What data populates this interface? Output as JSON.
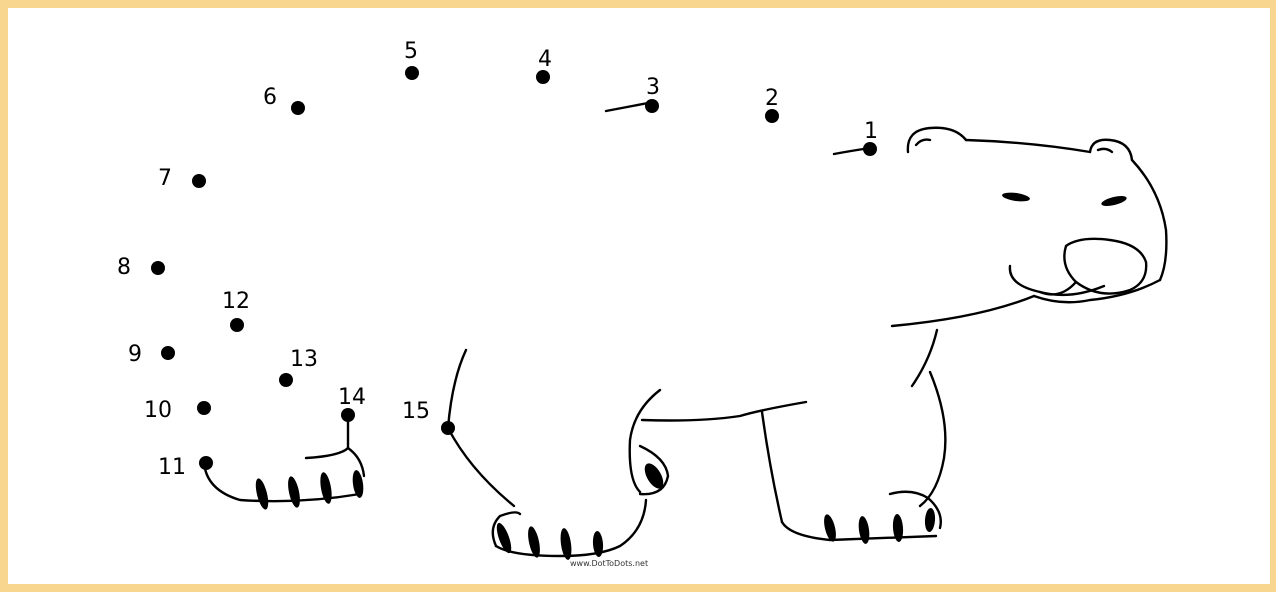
{
  "colors": {
    "border": "#f9d690",
    "ink": "#000000",
    "paper": "#ffffff"
  },
  "dots": [
    {
      "n": "1"
    },
    {
      "n": "2"
    },
    {
      "n": "3"
    },
    {
      "n": "4"
    },
    {
      "n": "5"
    },
    {
      "n": "6"
    },
    {
      "n": "7"
    },
    {
      "n": "8"
    },
    {
      "n": "9"
    },
    {
      "n": "10"
    },
    {
      "n": "11"
    },
    {
      "n": "12"
    },
    {
      "n": "13"
    },
    {
      "n": "14"
    },
    {
      "n": "15"
    }
  ],
  "footer": {
    "credit": "www.DotToDots.net"
  }
}
